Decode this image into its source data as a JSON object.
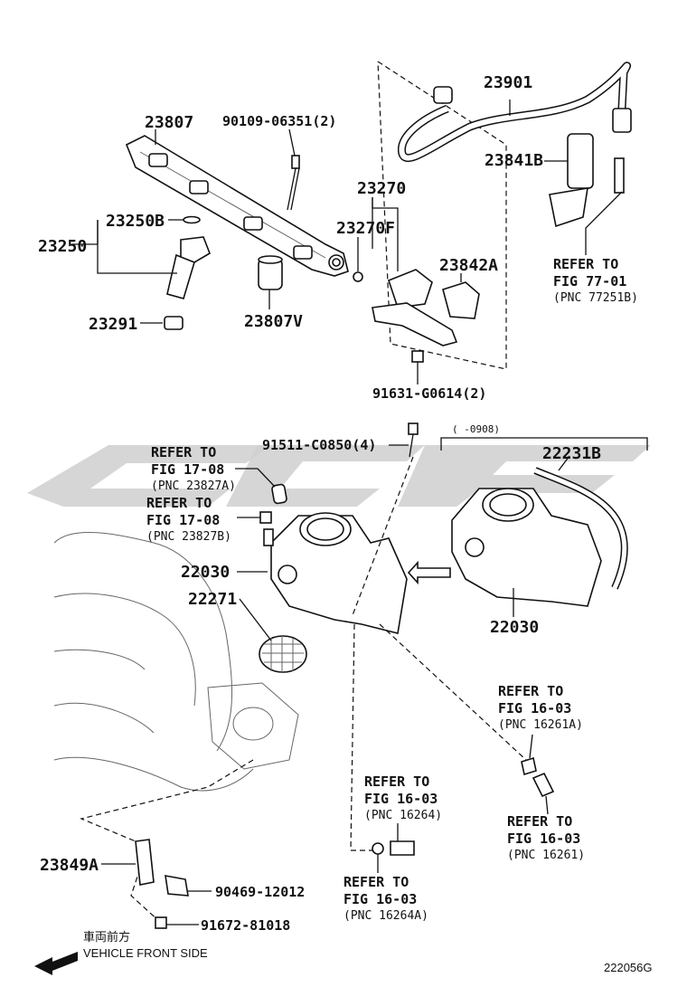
{
  "parts": {
    "p23807": "23807",
    "p90109": "90109-06351(2)",
    "p23250B": "23250B",
    "p23250": "23250",
    "p23291": "23291",
    "p23807V": "23807V",
    "p23270": "23270",
    "p23270F": "23270F",
    "p23842A": "23842A",
    "p91631": "91631-G0614(2)",
    "p23901": "23901",
    "p23841B": "23841B",
    "p91511": "91511-C0850(4)",
    "p22231B": "22231B",
    "p22030a": "22030",
    "p22030b": "22030",
    "p22271": "22271",
    "p23849A": "23849A",
    "p90469": "90469-12012",
    "p91672": "91672-81018"
  },
  "refs": {
    "r77_1": "REFER TO",
    "r77_2": "FIG 77-01",
    "r77_3": "(PNC 77251B)",
    "r17a_1": "REFER TO",
    "r17a_2": "FIG 17-08",
    "r17a_3": "(PNC 23827A)",
    "r17b_1": "REFER TO",
    "r17b_2": "FIG 17-08",
    "r17b_3": "(PNC 23827B)",
    "r16a_1": "REFER TO",
    "r16a_2": "FIG 16-03",
    "r16a_3": "(PNC 16261A)",
    "r16b_1": "REFER TO",
    "r16b_2": "FIG 16-03",
    "r16b_3": "(PNC 16264)",
    "r16c_1": "REFER TO",
    "r16c_2": "FIG 16-03",
    "r16c_3": "(PNC 16261)",
    "r16d_1": "REFER TO",
    "r16d_2": "FIG 16-03",
    "r16d_3": "(PNC 16264A)"
  },
  "misc": {
    "date_range": "( -0908)",
    "front_jp": "車両前方",
    "front_en": "VEHICLE FRONT SIDE",
    "fig_code": "222056G"
  }
}
